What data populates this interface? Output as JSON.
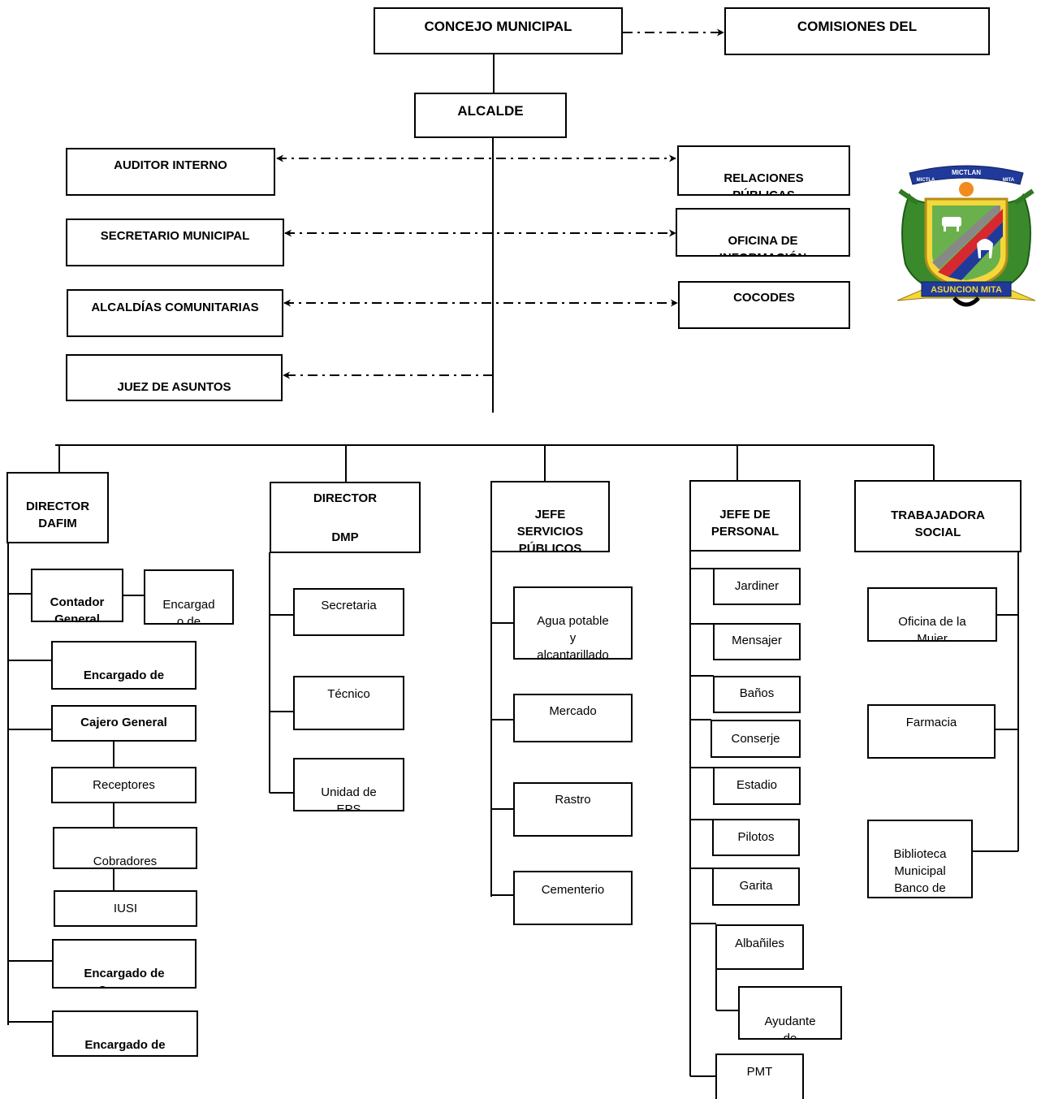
{
  "top": {
    "concejo": "CONCEJO MUNICIPAL",
    "comisiones": "COMISIONES DEL",
    "alcalde": "ALCALDE"
  },
  "staff_left": {
    "auditor": "AUDITOR INTERNO",
    "secretario": "SECRETARIO MUNICIPAL",
    "alcaldias": "ALCALDÍAS COMUNITARIAS",
    "juez": "JUEZ DE ASUNTOS\nMUNICIPALES"
  },
  "staff_right": {
    "relaciones": "RELACIONES\nPÚBLICAS",
    "oficina_info": "OFICINA DE\nINFORMACIÓN",
    "cocodes": "COCODES"
  },
  "logo": {
    "banner_top": "MICTLAN",
    "banner_left": "MICTLA",
    "banner_right": "MITA",
    "banner_bottom": "ASUNCION MITA"
  },
  "dafim": {
    "head": "DIRECTOR\nDAFIM",
    "contador": "Contador\nGeneral",
    "encargado_de": "Encargad\no de",
    "presupuesto": "Encargado de\nPresupuesto",
    "cajero": "Cajero General",
    "receptores": "Receptores",
    "cobradores": "Cobradores\nambulantes",
    "iusi": "IUSI",
    "compras": "Encargado de\nCompras",
    "almacen": "Encargado de\nAlmacén"
  },
  "dmp": {
    "head_1": "DIRECTOR",
    "head_2": "DMP",
    "secretaria": "Secretaria",
    "tecnico": "Técnico",
    "eps": "Unidad de\nEPS"
  },
  "servicios": {
    "head": "JEFE\nSERVICIOS\nPÚBLICOS\nMUNICIPALES",
    "agua": "Agua potable\ny\nalcantarillado",
    "mercado": "Mercado",
    "rastro": "Rastro",
    "cementerio": "Cementerio"
  },
  "personal": {
    "head": "JEFE DE\nPERSONAL",
    "jardiner": "Jardiner",
    "mensajer": "Mensajer",
    "banos": "Baños",
    "conserje": "Conserje",
    "estadio": "Estadio",
    "pilotos": "Pilotos",
    "garita": "Garita",
    "albaniles": "Albañiles",
    "ayudante": "Ayudante\nde",
    "pmt": "PMT"
  },
  "social": {
    "head": "TRABAJADORA\nSOCIAL",
    "oficina_mujer": "Oficina de la\nMujer",
    "farmacia": "Farmacia",
    "biblioteca": "Biblioteca\nMunicipal\nBanco de\nGuatemala"
  }
}
